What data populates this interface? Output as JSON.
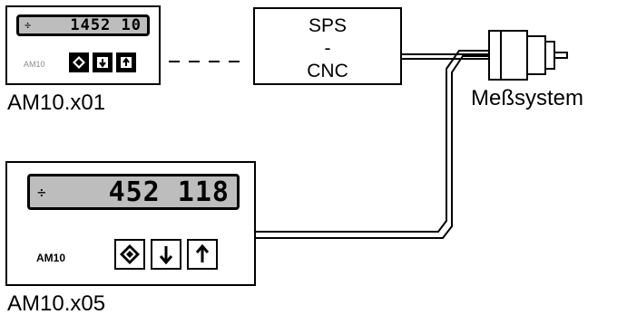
{
  "device_small": {
    "display_sign": "÷",
    "display_value": "1452 10",
    "brand": "AM10",
    "model": "AM10.x01",
    "keys": [
      "set-key-icon",
      "down-arrow-icon",
      "up-arrow-icon"
    ]
  },
  "device_large": {
    "display_sign": "÷",
    "display_value": "452 118",
    "brand": "AM10",
    "model": "AM10.x05",
    "keys": [
      "set-key-icon",
      "down-arrow-icon",
      "up-arrow-icon"
    ]
  },
  "controller": {
    "line1": "SPS",
    "line2": "-",
    "line3": "CNC"
  },
  "sensor": {
    "label": "Meßsystem"
  }
}
